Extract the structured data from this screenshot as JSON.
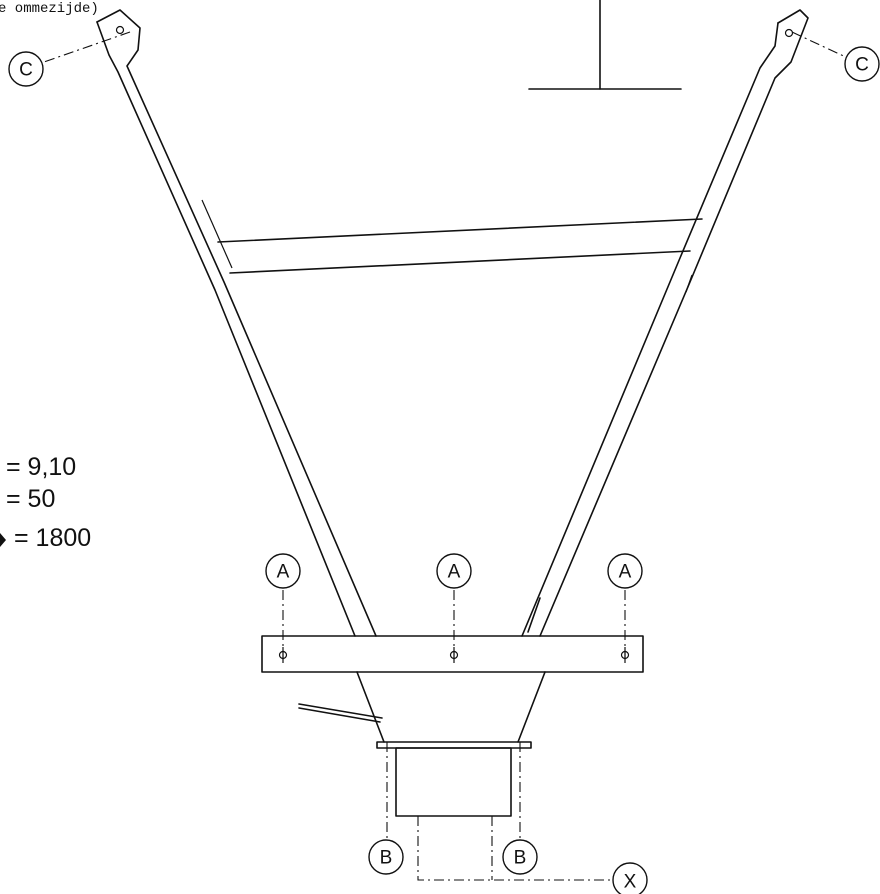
{
  "header_note": "e ommezijde)",
  "specs": [
    {
      "label": "= 9,10"
    },
    {
      "label": "= 50"
    },
    {
      "label": "= 1800",
      "marker": "diamond"
    }
  ],
  "callouts": {
    "A": "A",
    "B": "B",
    "C": "C",
    "X": "X"
  },
  "colors": {
    "line": "#111111",
    "background": "#ffffff"
  }
}
